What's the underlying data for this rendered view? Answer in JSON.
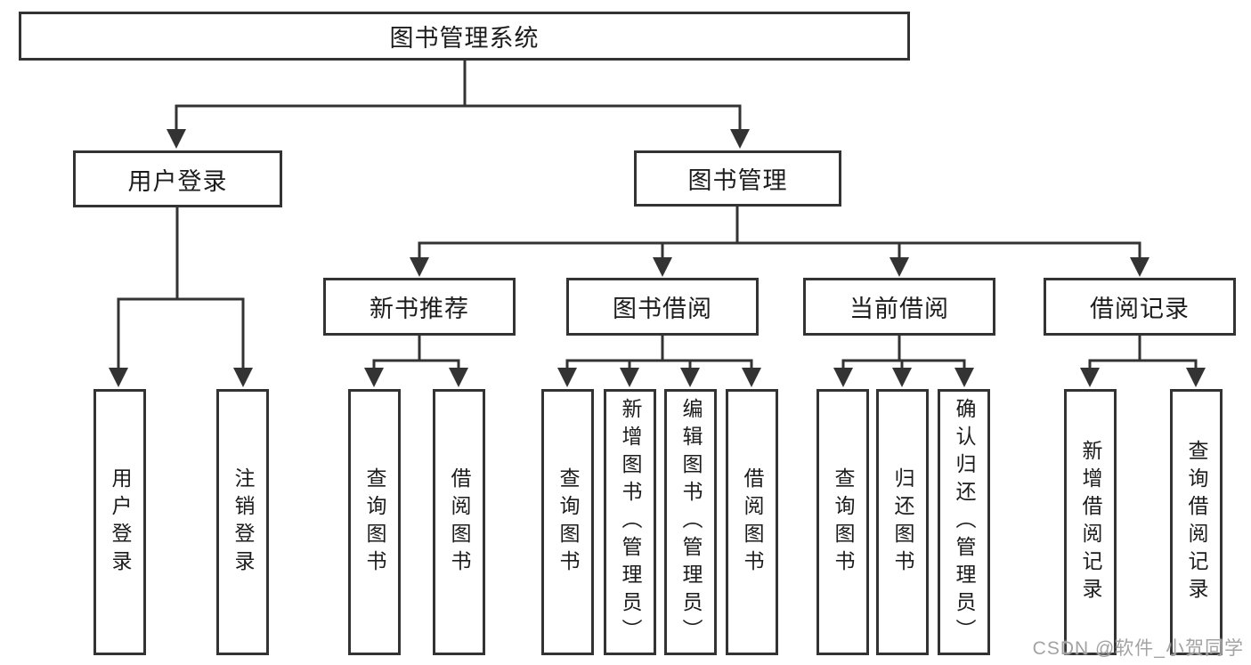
{
  "diagram_title": "图书管理系统",
  "tree": {
    "root": "图书管理系统",
    "branches": [
      {
        "label": "用户登录",
        "leaves": [
          "用户登录",
          "注销登录"
        ]
      },
      {
        "label": "图书管理",
        "groups": [
          {
            "label": "新书推荐",
            "leaves": [
              "查询图书",
              "借阅图书"
            ]
          },
          {
            "label": "图书借阅",
            "leaves": [
              "查询图书",
              "新增图书（管理员）",
              "编辑图书（管理员）",
              "借阅图书"
            ]
          },
          {
            "label": "当前借阅",
            "leaves": [
              "查询图书",
              "归还图书",
              "确认归还（管理员）"
            ]
          },
          {
            "label": "借阅记录",
            "leaves": [
              "新增借阅记录",
              "查询借阅记录"
            ]
          }
        ]
      }
    ]
  },
  "watermark": {
    "text": "CSDN @软件_小贺同学"
  },
  "colors": {
    "line": "#333333",
    "text": "#1c1c1c",
    "box_background": "#ffffff",
    "page_background": "#ffffff",
    "watermark": "#a3a3a3"
  }
}
